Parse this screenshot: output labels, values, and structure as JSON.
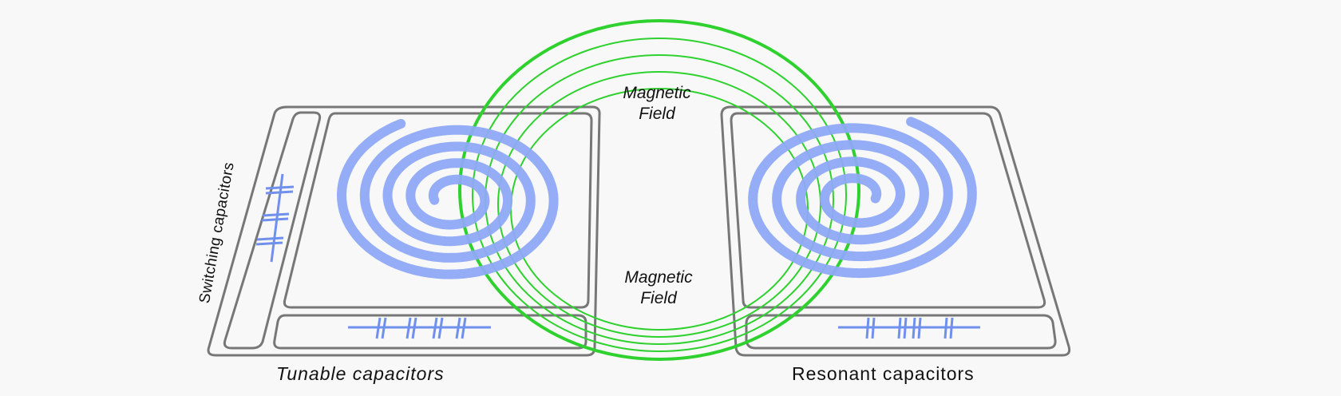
{
  "labels": {
    "field_top_line1": "Magnetic",
    "field_top_line2": "Field",
    "field_bottom_line1": "Magnetic",
    "field_bottom_line2": "Field",
    "left_bottom": "Tunable capacitors",
    "right_bottom": "Resonant capacitors",
    "left_side": "Switching capacitors"
  },
  "colors": {
    "coil": "#8ea9f5",
    "field": "#2ed12e",
    "board_outline": "#777777",
    "capacitor": "#7090ee"
  }
}
